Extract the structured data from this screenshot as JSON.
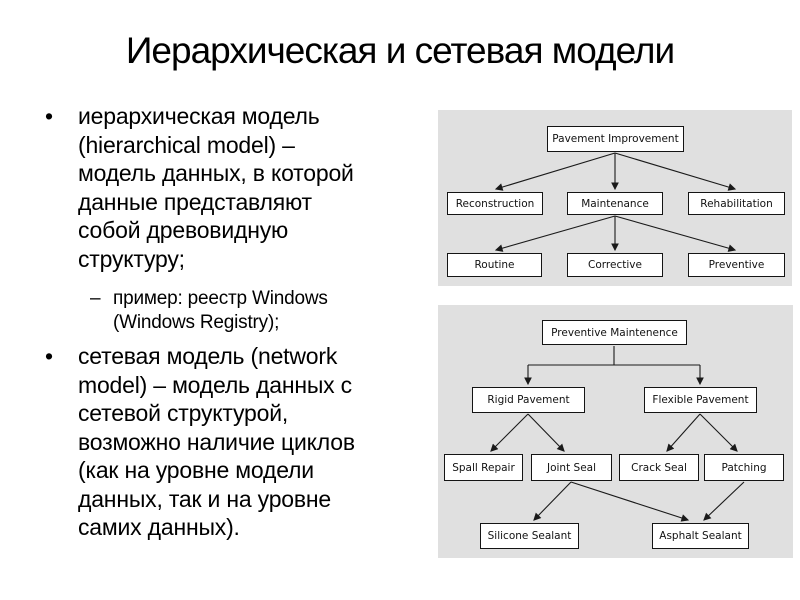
{
  "slide": {
    "title": "Иерархическая и сетевая модели",
    "background": "#ffffff",
    "text_color": "#000000"
  },
  "content": {
    "bullets": [
      {
        "marker": "•",
        "level": 1,
        "text": "иерархическая модель\n(hierarchical model) –\nмодель данных, в которой\nданные представляют\nсобой древовидную\nструктуру;"
      },
      {
        "marker": "–",
        "level": 2,
        "text": "пример: реестр Windows\n(Windows Registry);"
      },
      {
        "marker": "•",
        "level": 1,
        "text": "сетевая модель (network\nmodel) – модель данных с\nсетевой структурой,\nвозможно наличие циклов\n(как на уровне модели\nданных, так и на уровне\nсамих данных)."
      }
    ]
  },
  "diagram1": {
    "type": "hierarchical-tree",
    "root": "Pavement Improvement",
    "level2": [
      "Reconstruction",
      "Maintenance",
      "Rehabilitation"
    ],
    "level3": [
      "Routine",
      "Corrective",
      "Preventive"
    ],
    "edges": [
      [
        "Pavement Improvement",
        "Reconstruction"
      ],
      [
        "Pavement Improvement",
        "Maintenance"
      ],
      [
        "Pavement Improvement",
        "Rehabilitation"
      ],
      [
        "Maintenance",
        "Routine"
      ],
      [
        "Maintenance",
        "Corrective"
      ],
      [
        "Maintenance",
        "Preventive"
      ]
    ]
  },
  "diagram2": {
    "type": "network",
    "root": "Preventive Maintenence",
    "level2": [
      "Rigid Pavement",
      "Flexible Pavement"
    ],
    "level3": [
      "Spall Repair",
      "Joint Seal",
      "Crack Seal",
      "Patching"
    ],
    "level4": [
      "Silicone Sealant",
      "Asphalt Sealant"
    ],
    "edges": [
      [
        "Preventive Maintenence",
        "Rigid Pavement"
      ],
      [
        "Preventive Maintenence",
        "Flexible Pavement"
      ],
      [
        "Rigid Pavement",
        "Spall Repair"
      ],
      [
        "Rigid Pavement",
        "Joint Seal"
      ],
      [
        "Flexible Pavement",
        "Crack Seal"
      ],
      [
        "Flexible Pavement",
        "Patching"
      ],
      [
        "Joint Seal",
        "Silicone Sealant"
      ],
      [
        "Joint Seal",
        "Asphalt Sealant"
      ],
      [
        "Patching",
        "Asphalt Sealant"
      ]
    ]
  },
  "colors": {
    "panel_background": "#e0e0e0",
    "node_background": "#ffffff",
    "node_border": "#141414",
    "edge_color": "#1a1a1a"
  }
}
